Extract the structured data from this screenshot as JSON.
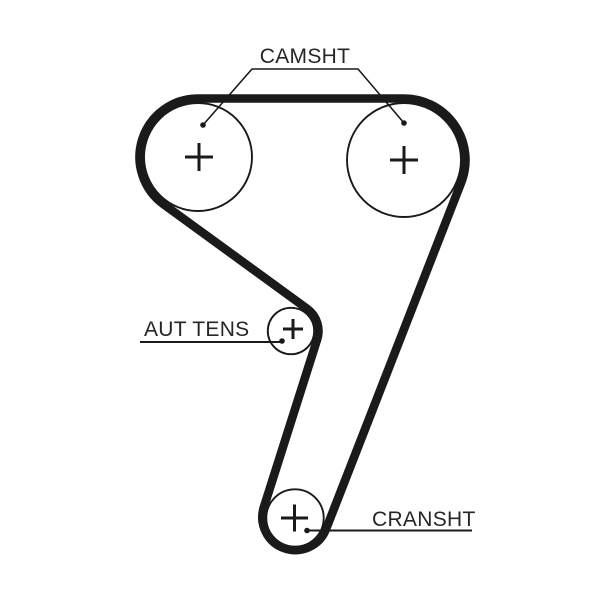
{
  "diagram": {
    "colors": {
      "background": "#ffffff",
      "ink": "#1a1a1a",
      "text": "#262626"
    },
    "labels": {
      "camshaft": "CAMSHT",
      "tensioner": "AUT TENS",
      "crankshaft": "CRANSHT"
    },
    "pulleys": [
      {
        "label": "CAMSHT",
        "position": "top-left",
        "center_marker": "+"
      },
      {
        "label": "CAMSHT",
        "position": "top-right",
        "center_marker": "+"
      },
      {
        "label": "AUT TENS",
        "position": "middle",
        "center_marker": "+"
      },
      {
        "label": "CRANSHT",
        "position": "bottom",
        "center_marker": "+"
      }
    ]
  }
}
